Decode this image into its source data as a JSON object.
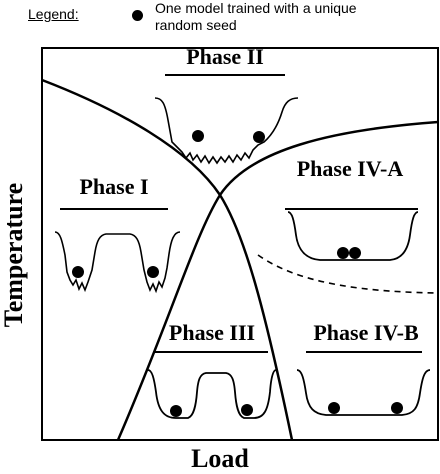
{
  "legend": {
    "label": "Legend:",
    "entry_text_line1": "One model trained with a unique",
    "entry_text_line2": "random seed",
    "marker_color": "#000000"
  },
  "phases": {
    "phase_1": "Phase I",
    "phase_2": "Phase II",
    "phase_3": "Phase III",
    "phase_4a": "Phase IV-A",
    "phase_4b": "Phase IV-B"
  },
  "axes": {
    "x_label": "Load",
    "y_label": "Temperature"
  },
  "colors": {
    "line": "#000000",
    "background": "#ffffff"
  }
}
